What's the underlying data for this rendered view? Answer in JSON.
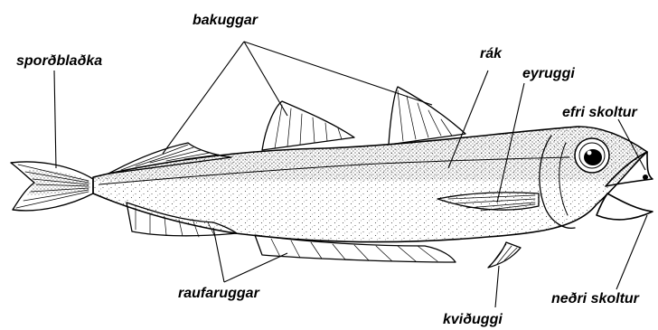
{
  "labels": {
    "bakuggar": "bakuggar",
    "spordbladka": "sporðblaðka",
    "rak": "rák",
    "eyruggi": "eyruggi",
    "efri_skoltur": "efri skoltur",
    "raufaruggar": "raufaruggar",
    "nedri_skoltur": "neðri skoltur",
    "kviduggi": "kviðuggi"
  },
  "colors": {
    "ink": "#000000",
    "paper": "#ffffff"
  }
}
